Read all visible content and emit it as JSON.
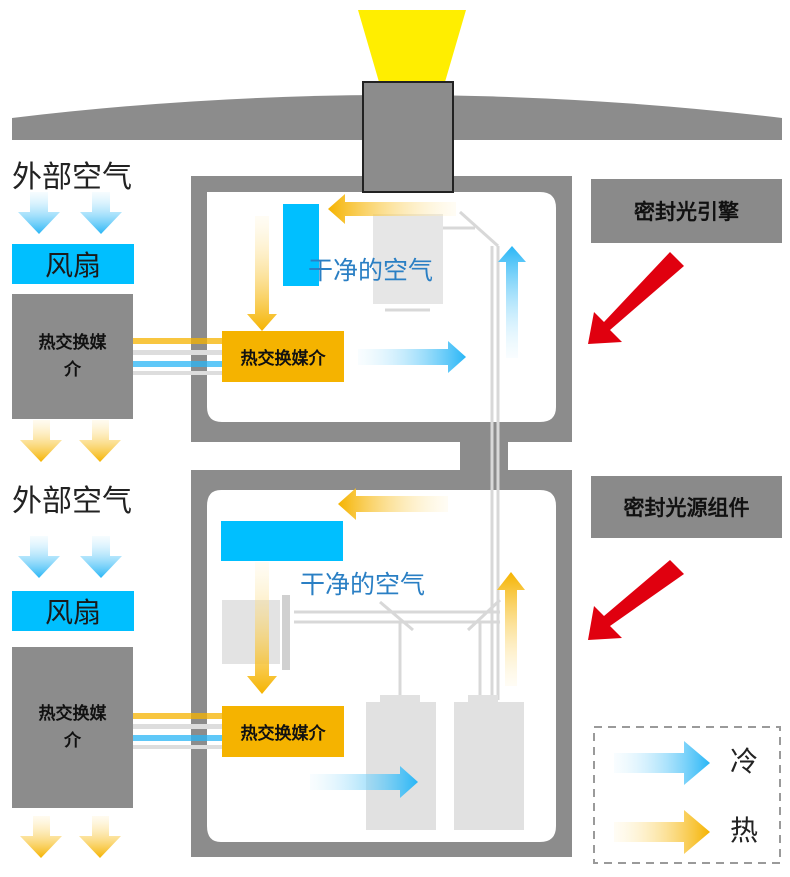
{
  "labels": {
    "outside_air_top": "外部空气",
    "outside_air_bottom": "外部空气",
    "fan_top": "风扇",
    "fan_bottom": "风扇",
    "hx_outer_top": "热交换媒介",
    "hx_outer_bottom": "热交换媒介",
    "hx_inner_top": "热交换媒介",
    "hx_inner_bottom": "热交换媒介",
    "clean_air_top": "干净的空气",
    "clean_air_bottom": "干净的空气",
    "sealed_engine": "密封光引擎",
    "sealed_light_source": "密封光源组件"
  },
  "legend": {
    "cold": "冷",
    "hot": "热"
  },
  "colors": {
    "cold_arrow": "#29b6f6",
    "hot_arrow": "#f5b300",
    "red_arrow": "#e0000f",
    "housing": "#8c8c8c",
    "fan": "#00bfff",
    "lens_beam": "#ffee00"
  }
}
